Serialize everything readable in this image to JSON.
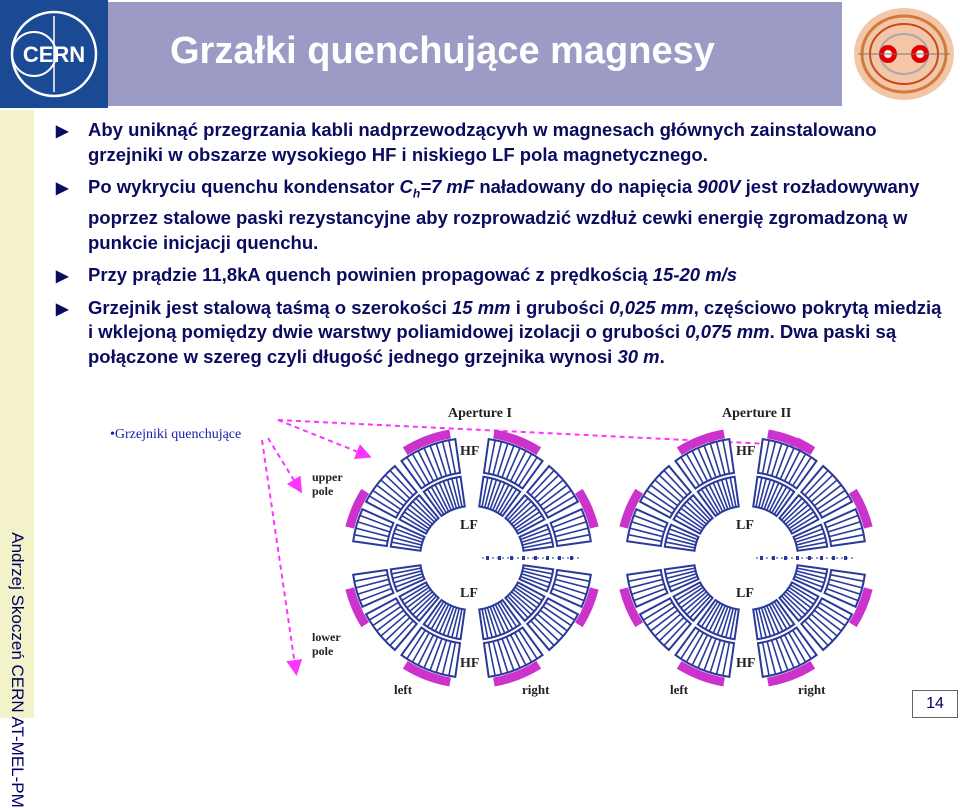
{
  "slide": {
    "title": "Grzałki quenchujące magnesy",
    "author_vertical": "Andrzej Skoczeń CERN AT-MEL-PM",
    "logo_text": "CERN",
    "page_number": "14",
    "heaters_caption": "•Grzejniki quenchujące"
  },
  "bullets": {
    "b1": "Aby uniknąć przegrzania kabli nadprzewodzącyvh w magnesach głównych zainstalowano grzejniki w obszarze wysokiego HF i niskiego LF pola magnetycznego.",
    "b2_pre": "Po wykryciu quenchu kondensator ",
    "b2_c": "C",
    "b2_sub": "h",
    "b2_val": "=7 mF",
    "b2_mid": " naładowany do napięcia ",
    "b2_volt": "900V",
    "b2_post": " jest rozładowywany poprzez stalowe paski rezystancyjne aby rozprowadzić wzdłuż cewki energię zgromadzoną w punkcie inicjacji quenchu.",
    "b3_pre": "Przy prądzie 11,8kA quench powinien propagować z prędkością ",
    "b3_speed": "15-20 m/s",
    "b4_a": "Grzejnik jest stalową taśmą o szerokości ",
    "b4_w": "15 mm",
    "b4_b": " i grubości ",
    "b4_t": "0,025 mm",
    "b4_c": ", częściowo pokrytą miedzią i wklejoną pomiędzy dwie warstwy poliamidowej izolacji o grubości ",
    "b4_i": "0,075 mm",
    "b4_d": ". Dwa paski są połączone w szereg czyli długość jednego grzejnika wynosi ",
    "b4_l": "30 m",
    "b4_e": "."
  },
  "figure": {
    "aperture1": "Aperture I",
    "aperture2": "Aperture II",
    "hf": "HF",
    "lf": "LF",
    "upper_pole": "upper pole",
    "lower_pole": "lower pole",
    "left": "left",
    "right": "right"
  },
  "colors": {
    "title_bar": "#9b9bc5",
    "title_text": "#ffffff",
    "bullet_text": "#0b0b60",
    "left_strip": "#f4f2c8",
    "coil_blue": "#2a3a9a",
    "heater_magenta": "#cc33cc",
    "arrow_magenta": "#ff33ff"
  },
  "icons": {
    "bullet": "triangle-right-icon",
    "logo": "cern-logo-icon",
    "simulation": "field-simulation-icon"
  }
}
